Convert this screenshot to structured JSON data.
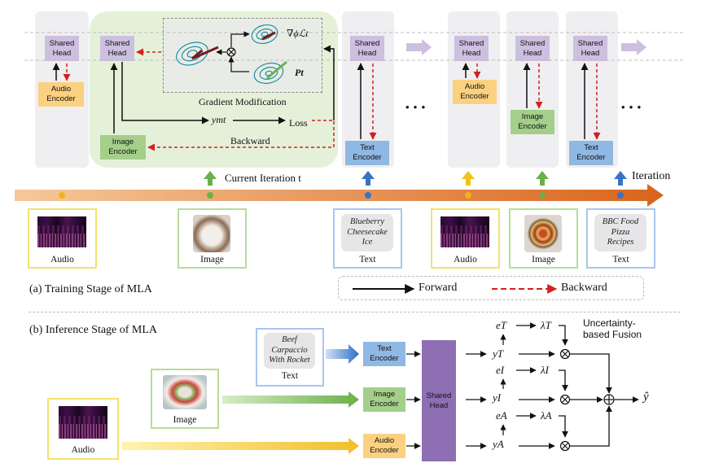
{
  "training": {
    "caption": "(a) Training Stage of MLA",
    "shared_head": "Shared\nHead",
    "audio_encoder": "Audio\nEncoder",
    "image_encoder": "Image\nEncoder",
    "text_encoder": "Text\nEncoder",
    "gradient_modification": "Gradient Modification",
    "grad_symbol": "∇ϕℒt",
    "p_symbol": "Pt",
    "y_symbol": "ymt",
    "loss": "Loss",
    "backward_label": "Backward",
    "current_iteration": "Current Iteration t",
    "iteration": "Iteration",
    "ellipsis": "• • •",
    "samples": [
      {
        "modality": "audio",
        "caption": "Audio"
      },
      {
        "modality": "image",
        "caption": "Image"
      },
      {
        "modality": "text",
        "caption": "Text",
        "text": "Blueberry\nCheesecake\nIce"
      },
      {
        "modality": "audio",
        "caption": "Audio"
      },
      {
        "modality": "image",
        "caption": "Image"
      },
      {
        "modality": "text",
        "caption": "Text",
        "text": "BBC Food\nPizza\nRecipes"
      }
    ],
    "legend": {
      "forward": "Forward",
      "backward": "Backward"
    }
  },
  "inference": {
    "caption": "(b) Inference Stage of MLA",
    "text_sample": "Beef\nCarpaccio\nWith Rocket",
    "text_caption": "Text",
    "image_caption": "Image",
    "audio_caption": "Audio",
    "text_encoder": "Text\nEncoder",
    "image_encoder": "Image\nEncoder",
    "audio_encoder": "Audio\nEncoder",
    "shared_head": "Shared\nHead",
    "fusion_label": "Uncertainty-\nbased Fusion",
    "y_T": "yT",
    "y_I": "yI",
    "y_A": "yA",
    "e_T": "eT",
    "e_I": "eI",
    "e_A": "eA",
    "lambda_T": "λT",
    "lambda_I": "λI",
    "lambda_A": "λA",
    "y_hat": "ŷ"
  },
  "colors": {
    "audio": "#f7c948",
    "image": "#8cc56e",
    "text": "#3f7fd0",
    "head": "#cdbfe0",
    "backward": "#d42020",
    "timeline_start": "#f6c89a",
    "timeline_end": "#d9641c"
  }
}
